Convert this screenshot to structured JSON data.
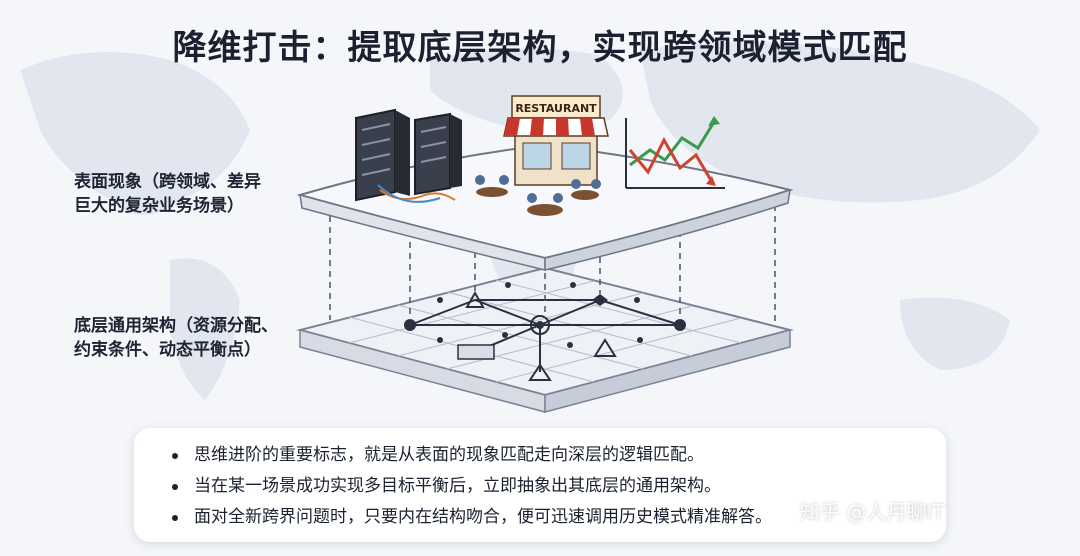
{
  "title": "降维打击：提取底层架构，实现跨领域模式匹配",
  "labels": {
    "surface_line1": "表面现象（跨领域、差异",
    "surface_line2": "巨大的复杂业务场景）",
    "base_line1": "底层通用架构（资源分配、",
    "base_line2": "约束条件、动态平衡点）"
  },
  "illustration": {
    "restaurant_sign": "RESTAURANT"
  },
  "bullets": [
    "思维进阶的重要标志，就是从表面的现象匹配走向深层的逻辑匹配。",
    "当在某一场景成功实现多目标平衡后，立即抽象出其底层的通用架构。",
    "面对全新跨界问题时，只要内在结构吻合，便可迅速调用历史模式精准解答。"
  ],
  "watermark": "知乎 @人月聊IT",
  "colors": {
    "background": "#f4f6fa",
    "title": "#1b2130",
    "trend_green": "#3a9a4a",
    "trend_red": "#d2402f",
    "awning_red": "#c9362b"
  }
}
